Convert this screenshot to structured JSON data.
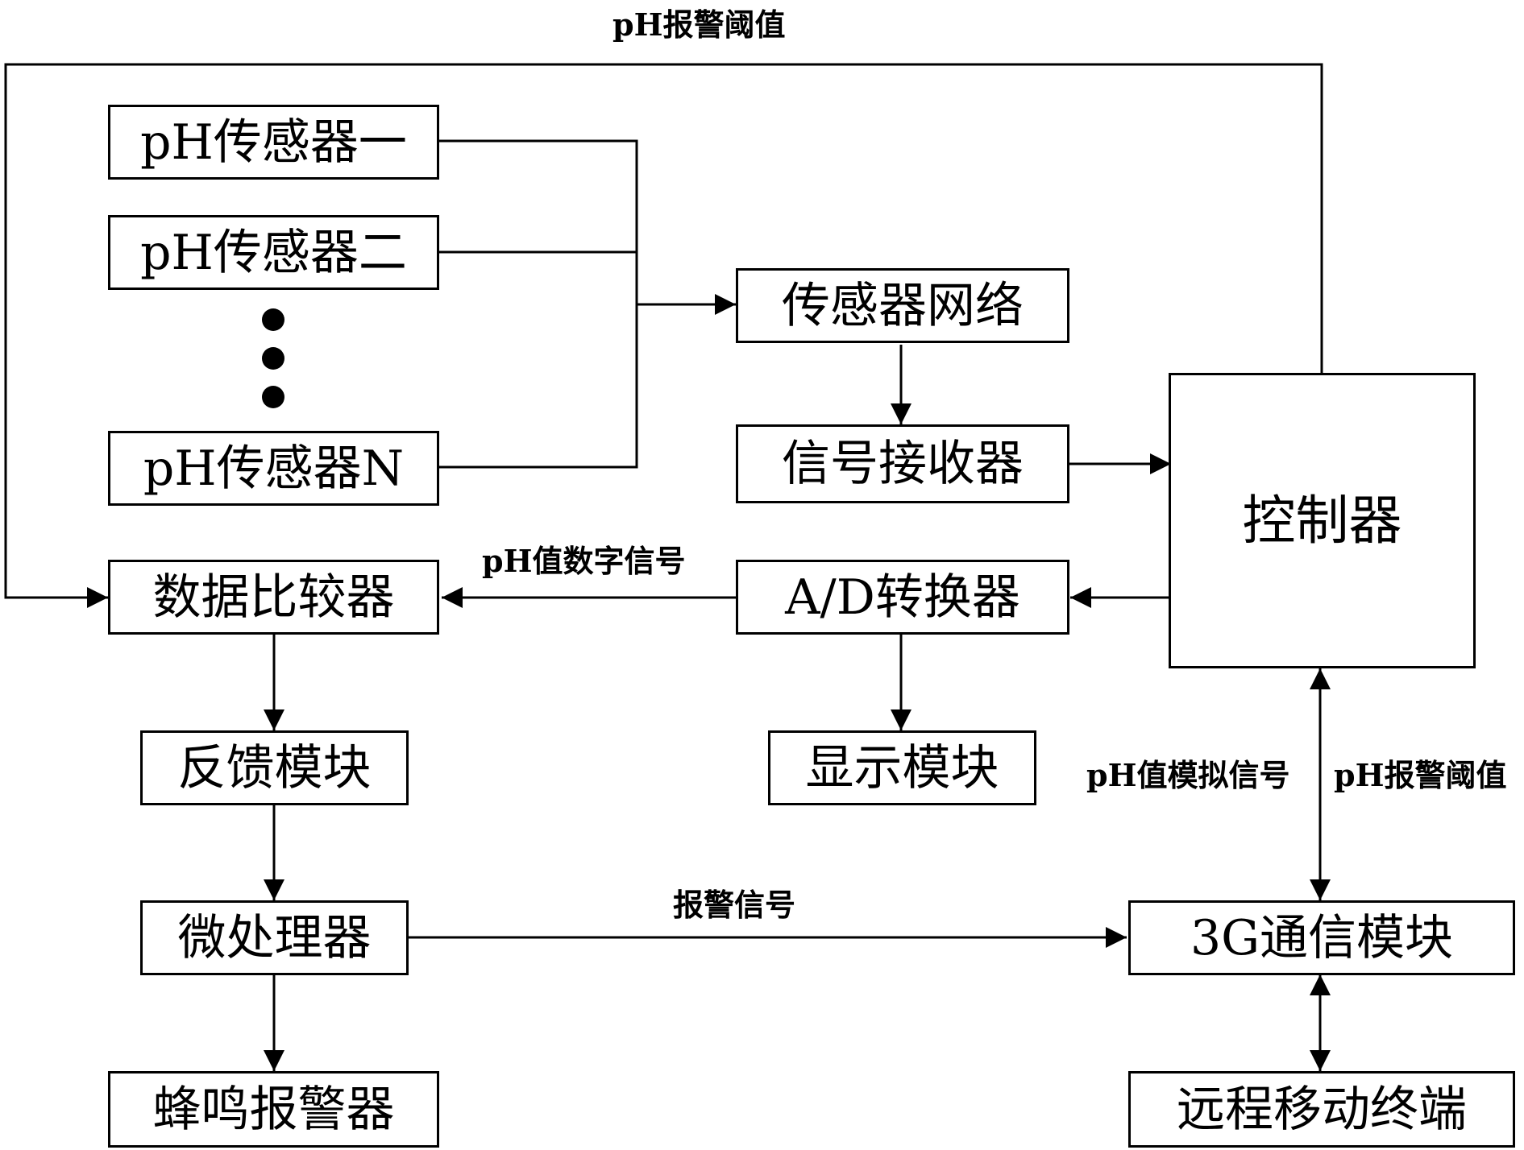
{
  "nodes": {
    "sensor1": "pH传感器一",
    "sensor2": "pH传感器二",
    "sensorN": "pH传感器N",
    "sensor_network": "传感器网络",
    "signal_receiver": "信号接收器",
    "controller": "控制器",
    "ad_converter": "A/D转换器",
    "data_comparator": "数据比较器",
    "feedback_module": "反馈模块",
    "display_module": "显示模块",
    "microprocessor": "微处理器",
    "buzzer_alarm": "蜂鸣报警器",
    "comm_3g": "3G通信模块",
    "remote_terminal": "远程移动终端"
  },
  "edge_labels": {
    "top_threshold": "pH报警阈值",
    "ph_digital": "pH值数字信号",
    "ph_analog": "pH值模拟信号",
    "threshold_right": "pH报警阈值",
    "alarm_signal": "报警信号"
  },
  "colors": {
    "stroke": "#000000",
    "background": "#ffffff"
  }
}
